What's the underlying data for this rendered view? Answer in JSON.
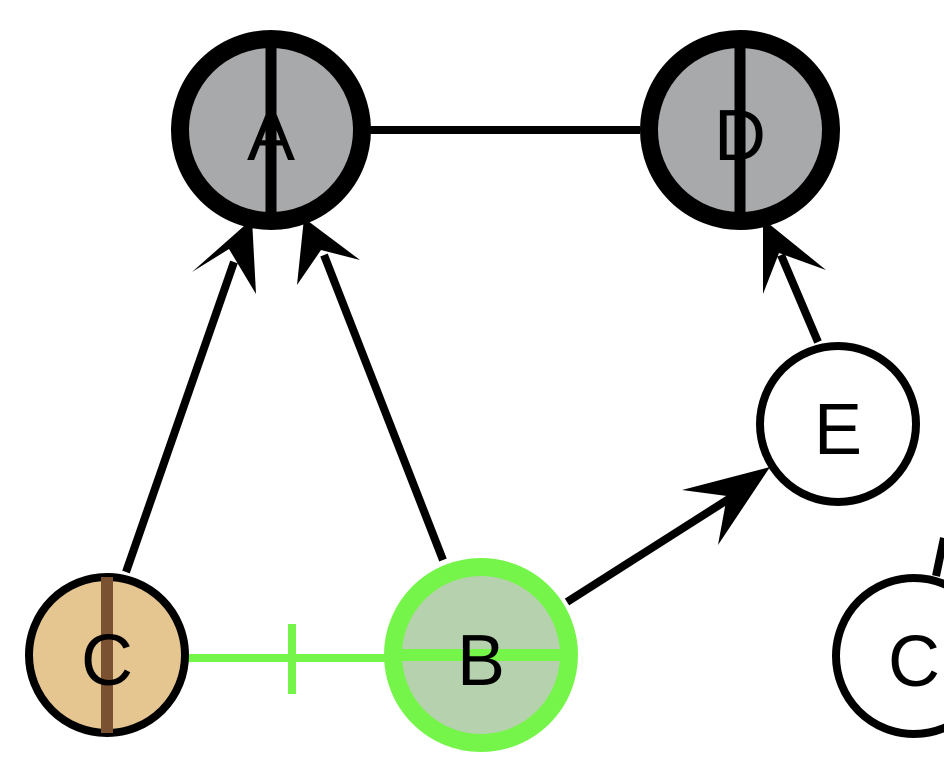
{
  "diagram": {
    "nodes": [
      {
        "id": "a",
        "label": "A",
        "fill": "#a8a9ab",
        "stroke": "#000000",
        "divider": "#000000"
      },
      {
        "id": "d",
        "label": "D",
        "fill": "#a8a9ab",
        "stroke": "#000000",
        "divider": "#000000"
      },
      {
        "id": "e",
        "label": "E",
        "fill": "#ffffff",
        "stroke": "#000000"
      },
      {
        "id": "c-left",
        "label": "C",
        "fill": "#e6c690",
        "stroke": "#000000",
        "divider": "#7a5231"
      },
      {
        "id": "b",
        "label": "B",
        "fill": "#b6d1ad",
        "stroke": "#75f54a",
        "divider": "#75f54a"
      },
      {
        "id": "c-right",
        "label": "C",
        "fill": "#ffffff",
        "stroke": "#000000"
      }
    ],
    "edges": [
      {
        "from": "A",
        "to": "D",
        "style": "plain"
      },
      {
        "from": "C",
        "to": "A",
        "style": "arrow"
      },
      {
        "from": "B",
        "to": "A",
        "style": "arrow"
      },
      {
        "from": "E",
        "to": "D",
        "style": "arrow"
      },
      {
        "from": "B",
        "to": "E",
        "style": "arrow"
      },
      {
        "from": "C",
        "to": "B",
        "style": "inhibit",
        "color": "#75f54a"
      }
    ]
  }
}
